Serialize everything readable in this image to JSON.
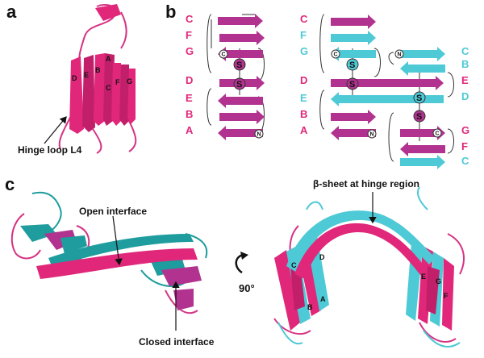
{
  "panels": {
    "a": "a",
    "b": "b",
    "c": "c"
  },
  "panel_a": {
    "strand_labels": [
      "D",
      "E",
      "B",
      "A",
      "C",
      "F",
      "G"
    ],
    "annotation": "Hinge loop L4"
  },
  "panel_b": {
    "left_labels": [
      "C",
      "F",
      "G",
      "D",
      "E",
      "B",
      "A"
    ],
    "right_labels_left": [
      "C",
      "F",
      "G",
      "D",
      "E",
      "B",
      "A"
    ],
    "right_labels_right": [
      "C",
      "B",
      "E",
      "D",
      "G",
      "F",
      "C"
    ],
    "s_symbol": "S",
    "c_term": "C",
    "n_term": "N"
  },
  "panel_c": {
    "open_interface": "Open interface",
    "closed_interface": "Closed interface",
    "rotation": "90°",
    "hinge_sheet": "β-sheet at hinge region",
    "right_strand_labels": [
      "C",
      "D",
      "B",
      "A",
      "E",
      "G",
      "F"
    ]
  },
  "colors": {
    "pink": "#e0277a",
    "magenta": "#b1338f",
    "cyan": "#4ec9d6",
    "teal": "#1e9c9e",
    "dark": "#111111"
  }
}
